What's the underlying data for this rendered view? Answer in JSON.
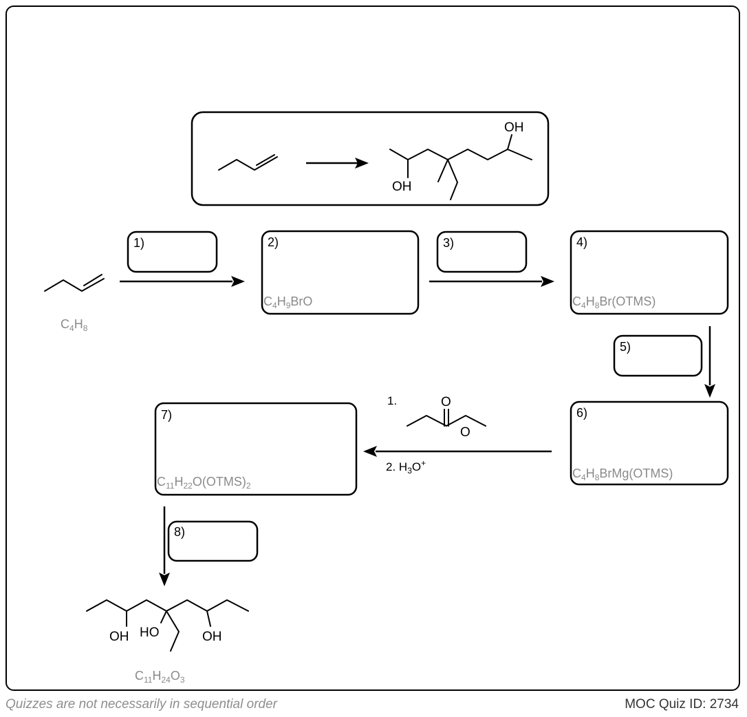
{
  "steps": {
    "s1": "1)",
    "s2": "2)",
    "s3": "3)",
    "s4": "4)",
    "s5": "5)",
    "s6": "6)",
    "s7": "7)",
    "s8": "8)"
  },
  "formulas": {
    "start": {
      "a": "C",
      "a_sub": "4",
      "b": "H",
      "b_sub": "8"
    },
    "box2": {
      "a": "C",
      "a_sub": "4",
      "b": "H",
      "b_sub": "9",
      "rest": "BrO"
    },
    "box4": {
      "a": "C",
      "a_sub": "4",
      "b": "H",
      "b_sub": "8",
      "rest": "Br(OTMS)"
    },
    "box6": {
      "a": "C",
      "a_sub": "4",
      "b": "H",
      "b_sub": "8",
      "rest": "BrMg(OTMS)"
    },
    "box7": {
      "a": "C",
      "a_sub": "11",
      "b": "H",
      "b_sub": "22",
      "rest": "O(OTMS)",
      "rest_sub": "2"
    },
    "product": {
      "a": "C",
      "a_sub": "11",
      "b": "H",
      "b_sub": "24",
      "c": "O",
      "c_sub": "3"
    }
  },
  "atoms": {
    "oh": "OH",
    "ho": "HO"
  },
  "conditions": {
    "step1_num": "1.",
    "carbonyl_o": "O",
    "ester_o": "O",
    "step2_a": "2. H",
    "step2_sub": "3",
    "step2_b": "O",
    "step2_sup": "+"
  },
  "footer": {
    "left": "Quizzes are not necessarily in sequential order",
    "right": "MOC Quiz ID: 2734"
  }
}
